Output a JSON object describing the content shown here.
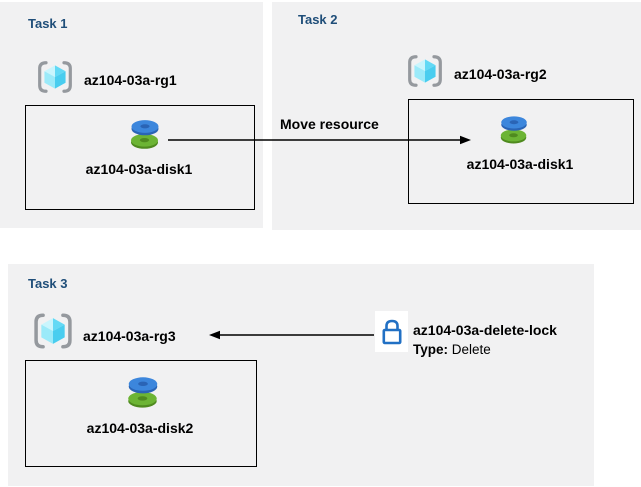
{
  "colors": {
    "panel_bg": "#f1f1f2",
    "heading": "#1f4e79",
    "text": "#000000",
    "box_border": "#000000",
    "arrow": "#000000",
    "bracket_gray": "#95999e",
    "cube_light": "#c9f5fd",
    "cube_mid": "#62d9f5",
    "cube_left": "#9beaf9",
    "cube_right": "#49cdef",
    "disk_blue": "#3c86dc",
    "disk_blue_dark": "#2a64b5",
    "disk_green": "#6cb434",
    "disk_green_dark": "#4f8a1f",
    "lock_blue": "#2170c4"
  },
  "icons": {
    "resource_group": "resource-group-icon",
    "disk": "disk-icon",
    "lock": "lock-icon"
  },
  "tasks": [
    {
      "label": "Task 1",
      "rg": "az104-03a-rg1",
      "resource": "az104-03a-disk1"
    },
    {
      "label": "Task 2",
      "rg": "az104-03a-rg2",
      "resource": "az104-03a-disk1"
    },
    {
      "label": "Task 3",
      "rg": "az104-03a-rg3",
      "resource": "az104-03a-disk2"
    }
  ],
  "annotations": {
    "move_label": "Move resource",
    "lock_name": "az104-03a-delete-lock",
    "lock_type_label": "Type:",
    "lock_type_value": "Delete"
  }
}
